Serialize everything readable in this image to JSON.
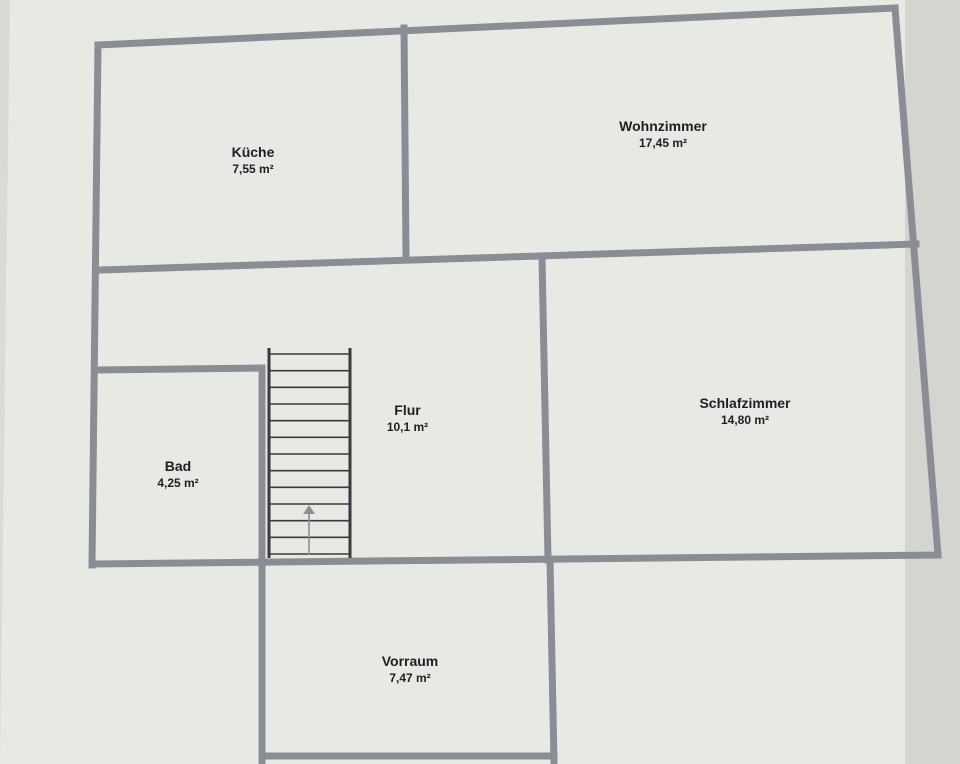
{
  "floorplan": {
    "rooms": [
      {
        "id": "kueche",
        "name": "Küche",
        "area": "7,55 m²"
      },
      {
        "id": "wohnzimmer",
        "name": "Wohnzimmer",
        "area": "17,45 m²"
      },
      {
        "id": "flur",
        "name": "Flur",
        "area": "10,1 m²"
      },
      {
        "id": "schlafzimmer",
        "name": "Schlafzimmer",
        "area": "14,80 m²"
      },
      {
        "id": "bad",
        "name": "Bad",
        "area": "4,25 m²"
      },
      {
        "id": "vorraum",
        "name": "Vorraum",
        "area": "7,47 m²"
      }
    ],
    "colors": {
      "wall": "#8a8e94",
      "paper": "#e6e8e3",
      "background": "#d9dcd6",
      "stair": "#3a3a3c",
      "text": "#1d1f22"
    }
  }
}
